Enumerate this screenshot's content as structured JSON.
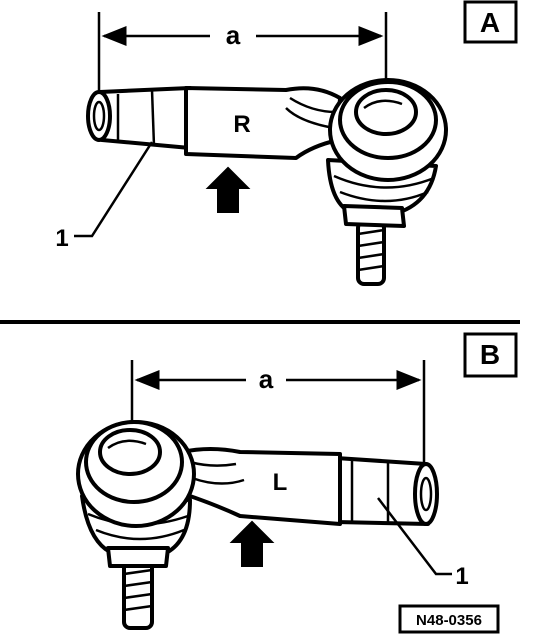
{
  "panel_a": {
    "id_label": "A",
    "dimension_label": "a",
    "side_marking": "R",
    "part_callout": "1"
  },
  "panel_b": {
    "id_label": "B",
    "dimension_label": "a",
    "side_marking": "L",
    "part_callout": "1"
  },
  "figure_reference": "N48-0356",
  "colors": {
    "ink": "#000000",
    "paper": "#ffffff"
  }
}
